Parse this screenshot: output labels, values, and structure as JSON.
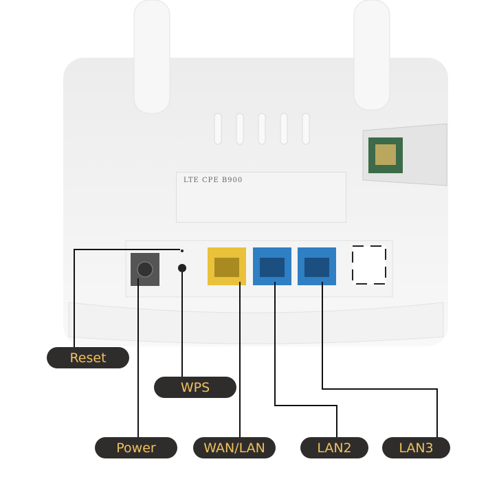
{
  "sticker": {
    "model": "LTE CPE B900"
  },
  "labels": {
    "reset": "Reset",
    "wps": "WPS",
    "power": "Power",
    "wan_lan": "WAN/LAN",
    "lan2": "LAN2",
    "lan3": "LAN3"
  },
  "colors": {
    "pill_bg": "#2f2d2b",
    "pill_text": "#f0c060",
    "wan_port": "#e9c13a",
    "lan_port": "#2f7fc4"
  }
}
